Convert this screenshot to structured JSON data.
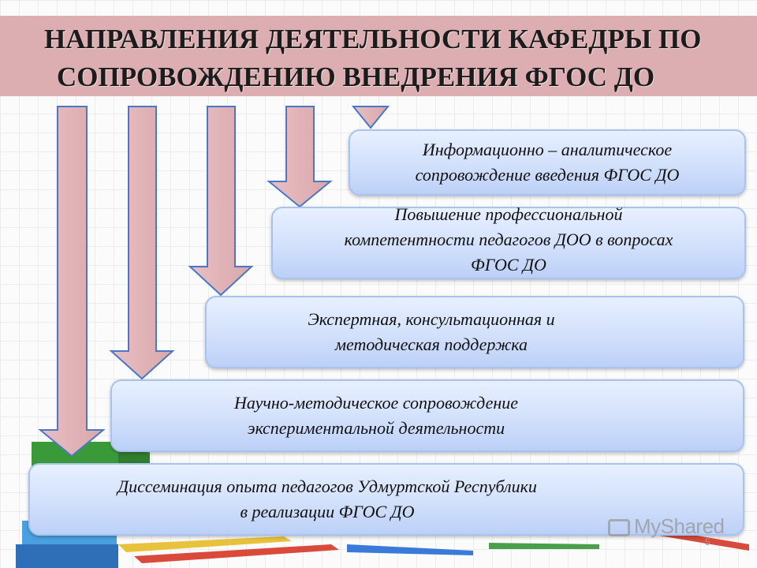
{
  "title": {
    "line1": "НАПРАВЛЕНИЯ ДЕЯТЕЛЬНОСТИ КАФЕДРЫ ПО",
    "line2": "СОПРОВОЖДЕНИЮ ВНЕДРЕНИЯ ФГОС ДО"
  },
  "boxes": [
    {
      "lines": [
        "Информационно – аналитическое",
        "сопровождение введения ФГОС ДО"
      ]
    },
    {
      "lines": [
        "Повышение профессиональной",
        "компетентности педагогов ДОО в вопросах",
        "ФГОС  ДО"
      ]
    },
    {
      "lines": [
        "Экспертная, консультационная и",
        "методическая поддержка"
      ]
    },
    {
      "lines": [
        "Научно-методическое сопровождение",
        "экспериментальной деятельности"
      ]
    },
    {
      "lines": [
        "Диссеминация опыта педагогов Удмуртской Республики",
        "в реализации ФГОС ДО"
      ]
    }
  ],
  "watermark": "MyShared",
  "page_number": "5",
  "colors": {
    "title_band": "#dcaeb2",
    "arrow_fill": "#e2b4b8",
    "arrow_stroke": "#4a78c4",
    "box_border": "#a9c3ef"
  }
}
